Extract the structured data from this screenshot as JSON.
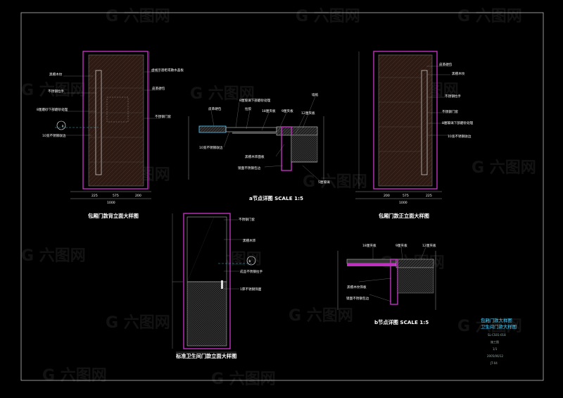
{
  "titles": {
    "back_elevation": "包厢门款背立面大样图",
    "front_elevation": "包厢门款正立面大样图",
    "bathroom_elevation": "标准卫生间门款立面大样图",
    "detail_a": "a节点详图  SCALE 1:5",
    "detail_b": "b节点详图  SCALE 1:5"
  },
  "markers": {
    "a": "a",
    "b": "b"
  },
  "title_block": {
    "line1": "包厢门款大样图",
    "line2": "卫生间门款大样图",
    "info": [
      "SL-CS01-018",
      "施工图",
      "1/1",
      "2005/06/12",
      "JT-04"
    ]
  },
  "annotations": {
    "back": [
      "黑檀木纹",
      "不锈钢拉手",
      "8厘磨砂下部磨砂处理",
      "10宽不锈钢收边",
      "虚线示酒柜或散水盖板",
      "皮革硬包",
      "不锈钢门套"
    ],
    "front": [
      "皮革硬包",
      "黑檀木纹",
      "不锈钢拉手",
      "不锈钢门套",
      "8厘玻璃下部磨砂处理",
      "10宽不锈钢收边"
    ],
    "detail_a": [
      "皮革硬包",
      "8厘玻璃下部磨砂处理",
      "拉胶",
      "18厘夹板",
      "9厘夹板",
      "墙纸",
      "12厘夹板",
      "10宽不锈钢收边",
      "黑檀木饰面板",
      "镜面不锈钢包边",
      "5厘玻璃"
    ],
    "bathroom": [
      "不锈钢门套",
      "黑檀木饰",
      "成品不锈钢拉手",
      "1厚不锈钢饰面"
    ],
    "detail_b": [
      "18厘夹板",
      "9厘夹板",
      "12厘夹板",
      "黑檀木纹饰板",
      "镜面不锈钢包边"
    ]
  },
  "dimensions": {
    "back": [
      "1000",
      "225",
      "575",
      "200"
    ],
    "front": [
      "1000",
      "200",
      "575",
      "225"
    ]
  },
  "colors": {
    "background": "#000000",
    "frame": "#c030c0",
    "line": "#c8c8c8",
    "wood": "#3a1f15",
    "accent": "#4fd1ff"
  }
}
